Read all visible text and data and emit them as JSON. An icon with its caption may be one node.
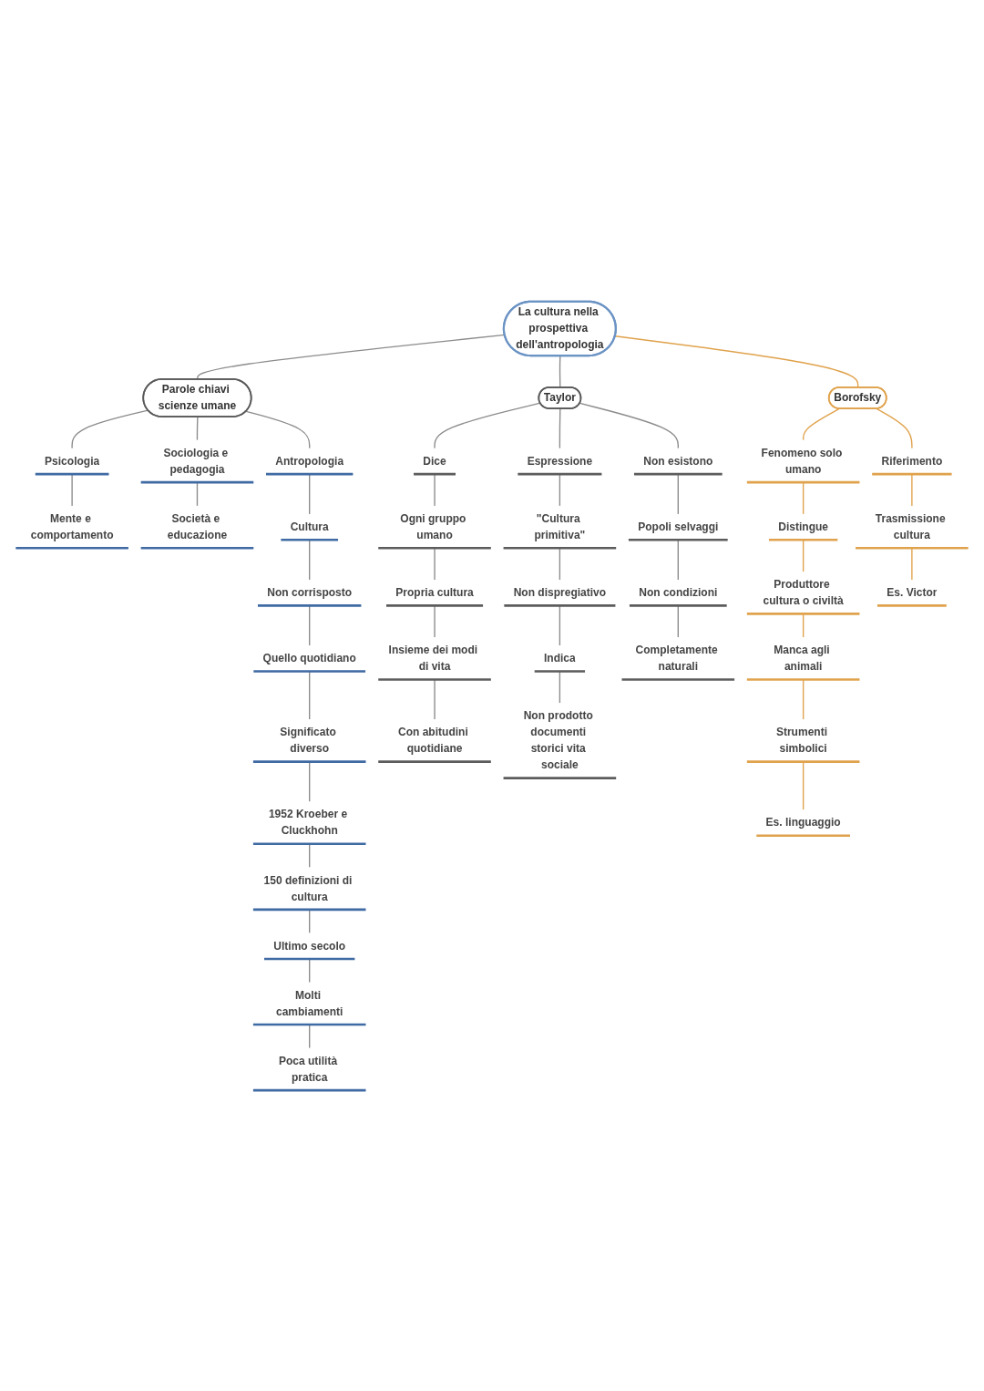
{
  "diagram": {
    "nodes": [
      {
        "text": [
          "La cultura nella prospettiva dell'antropologia"
        ]
      },
      {
        "text": [
          "Parole chiavi scienze umane"
        ]
      },
      {
        "text": [
          "Psicologia"
        ]
      },
      {
        "text": [
          "Mente e comportamento"
        ]
      },
      {
        "text": [
          "Sociologia e pedagogia"
        ]
      },
      {
        "text": [
          "Società e educazione"
        ]
      },
      {
        "text": [
          "Antropologia"
        ]
      },
      {
        "text": [
          "Cultura"
        ]
      },
      {
        "text": [
          "Non corrisposto"
        ]
      },
      {
        "text": [
          "Quello quotidiano"
        ]
      },
      {
        "text": [
          "Significato diverso"
        ]
      },
      {
        "text": [
          "1952 Kroeber e Cluckhohn"
        ]
      },
      {
        "text": [
          "150 definizioni di cultura"
        ]
      },
      {
        "text": [
          "Ultimo secolo"
        ]
      },
      {
        "text": [
          "Molti cambiamenti"
        ]
      },
      {
        "text": [
          "Poca utilità pratica"
        ]
      },
      {
        "text": [
          "Taylor"
        ]
      },
      {
        "text": [
          "Dice"
        ]
      },
      {
        "text": [
          "Ogni gruppo umano"
        ]
      },
      {
        "text": [
          "Propria cultura"
        ]
      },
      {
        "text": [
          "Insieme dei modi di vita"
        ]
      },
      {
        "text": [
          "Con abitudini quotidiane"
        ]
      },
      {
        "text": [
          "Espressione"
        ]
      },
      {
        "text": [
          "\"Cultura primitiva\""
        ]
      },
      {
        "text": [
          "Non dispregiativo"
        ]
      },
      {
        "text": [
          "Indica"
        ]
      },
      {
        "text": [
          "Non prodotto documenti storici vita sociale"
        ]
      },
      {
        "text": [
          "Non esistono"
        ]
      },
      {
        "text": [
          "Popoli selvaggi"
        ]
      },
      {
        "text": [
          "Non condizioni"
        ]
      },
      {
        "text": [
          "Completamente naturali"
        ]
      },
      {
        "text": [
          "Borofsky"
        ]
      },
      {
        "text": [
          "Fenomeno solo umano"
        ]
      },
      {
        "text": [
          "Distingue"
        ]
      },
      {
        "text": [
          "Produttore cultura o civiltà"
        ]
      },
      {
        "text": [
          "Manca agli animali"
        ]
      },
      {
        "text": [
          "Strumenti simbolici"
        ]
      },
      {
        "text": [
          "Es. linguaggio"
        ]
      },
      {
        "text": [
          "Riferimento"
        ]
      },
      {
        "text": [
          "Trasmissione cultura"
        ]
      },
      {
        "text": [
          "Es. Victor"
        ]
      }
    ],
    "edges": [
      {
        "from": 0,
        "to": 1,
        "arrow": "none"
      },
      {
        "from": 0,
        "to": 16,
        "arrow": "none"
      },
      {
        "from": 0,
        "to": 31,
        "arrow": "none",
        "color": "#e0a24c"
      },
      {
        "from": 1,
        "to": 2,
        "arrow": "none"
      },
      {
        "from": 2,
        "to": 3,
        "arrow": "none"
      },
      {
        "from": 1,
        "to": 4,
        "arrow": "none"
      },
      {
        "from": 4,
        "to": 5,
        "arrow": "none"
      },
      {
        "from": 1,
        "to": 6,
        "arrow": "none"
      },
      {
        "from": 6,
        "to": 7,
        "arrow": "none"
      },
      {
        "from": 7,
        "to": 8,
        "arrow": "none"
      },
      {
        "from": 8,
        "to": 9,
        "arrow": "none"
      },
      {
        "from": 9,
        "to": 10,
        "arrow": "none"
      },
      {
        "from": 10,
        "to": 11,
        "arrow": "none"
      },
      {
        "from": 11,
        "to": 12,
        "arrow": "none"
      },
      {
        "from": 12,
        "to": 13,
        "arrow": "none"
      },
      {
        "from": 13,
        "to": 14,
        "arrow": "none"
      },
      {
        "from": 14,
        "to": 15,
        "arrow": "none"
      },
      {
        "from": 16,
        "to": 17,
        "arrow": "none"
      },
      {
        "from": 17,
        "to": 18,
        "arrow": "none"
      },
      {
        "from": 18,
        "to": 19,
        "arrow": "none"
      },
      {
        "from": 19,
        "to": 20,
        "arrow": "none"
      },
      {
        "from": 20,
        "to": 21,
        "arrow": "none"
      },
      {
        "from": 16,
        "to": 22,
        "arrow": "none"
      },
      {
        "from": 22,
        "to": 23,
        "arrow": "none"
      },
      {
        "from": 23,
        "to": 24,
        "arrow": "none"
      },
      {
        "from": 24,
        "to": 25,
        "arrow": "none"
      },
      {
        "from": 25,
        "to": 26,
        "arrow": "none"
      },
      {
        "from": 16,
        "to": 27,
        "arrow": "none"
      },
      {
        "from": 27,
        "to": 28,
        "arrow": "none"
      },
      {
        "from": 28,
        "to": 29,
        "arrow": "none"
      },
      {
        "from": 29,
        "to": 30,
        "arrow": "none"
      },
      {
        "from": 31,
        "to": 32,
        "arrow": "none",
        "color": "#e0a24c"
      },
      {
        "from": 32,
        "to": 33,
        "arrow": "none",
        "color": "#e0a24c"
      },
      {
        "from": 33,
        "to": 34,
        "arrow": "none",
        "color": "#e0a24c"
      },
      {
        "from": 34,
        "to": 35,
        "arrow": "none",
        "color": "#e0a24c"
      },
      {
        "from": 35,
        "to": 36,
        "arrow": "none",
        "color": "#e0a24c"
      },
      {
        "from": 36,
        "to": 37,
        "arrow": "none",
        "color": "#e0a24c"
      },
      {
        "from": 31,
        "to": 38,
        "arrow": "none",
        "color": "#e0a24c"
      },
      {
        "from": 38,
        "to": 39,
        "arrow": "none",
        "color": "#e0a24c"
      },
      {
        "from": 39,
        "to": 40,
        "arrow": "none",
        "color": "#e0a24c"
      }
    ]
  }
}
